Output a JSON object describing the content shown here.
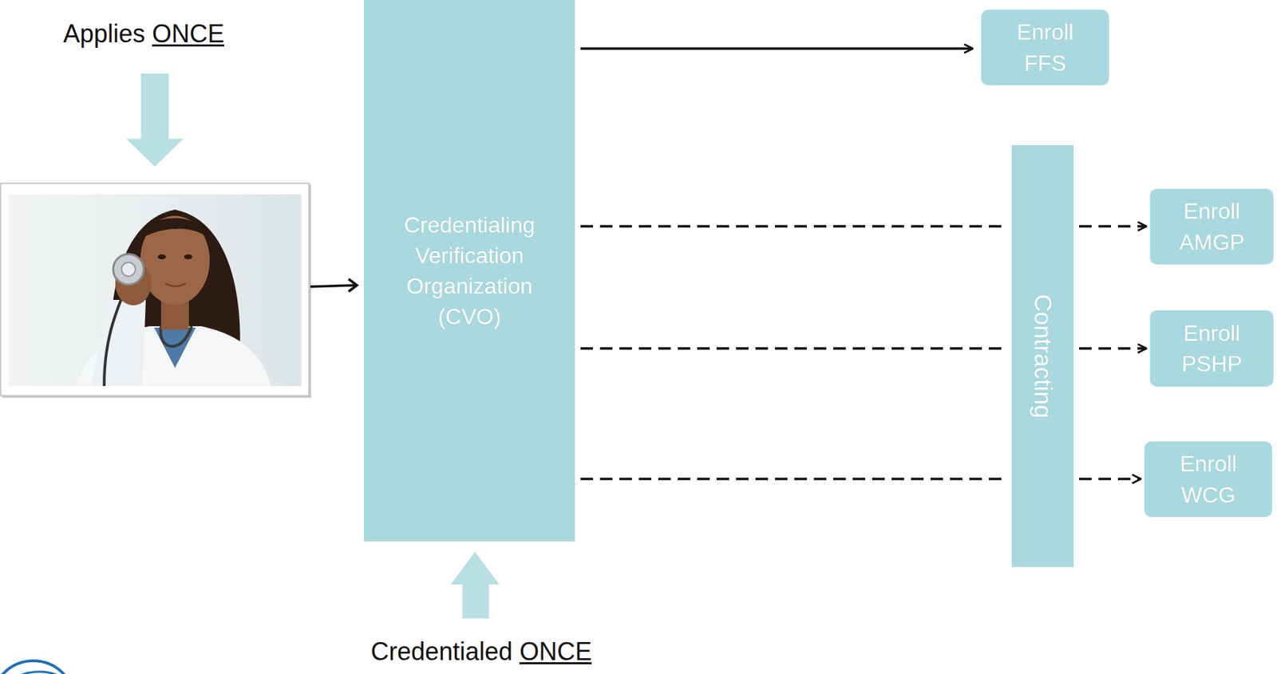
{
  "diagram": {
    "nodes": [
      {
        "text": [
          "Credentialing Verification Organization (CVO)"
        ]
      },
      {
        "text": [
          "Enroll FFS"
        ]
      },
      {
        "text": [
          "Contracting"
        ]
      },
      {
        "text": [
          "Enroll AMGP"
        ]
      },
      {
        "text": [
          "Enroll PSHP"
        ]
      },
      {
        "text": [
          "Enroll WCG"
        ]
      }
    ],
    "edges": [
      {
        "from": 0,
        "to": 1,
        "arrow": "to"
      },
      {
        "from": 0,
        "to": 2,
        "arrow": "none"
      },
      {
        "from": 0,
        "to": 2,
        "arrow": "none"
      },
      {
        "from": 0,
        "to": 2,
        "arrow": "none"
      },
      {
        "from": 2,
        "to": 3,
        "arrow": "to"
      },
      {
        "from": 2,
        "to": 4,
        "arrow": "to"
      },
      {
        "from": 2,
        "to": 5,
        "arrow": "to"
      }
    ],
    "labels": [
      "Applies ONCE",
      "Credentialed ONCE"
    ]
  }
}
